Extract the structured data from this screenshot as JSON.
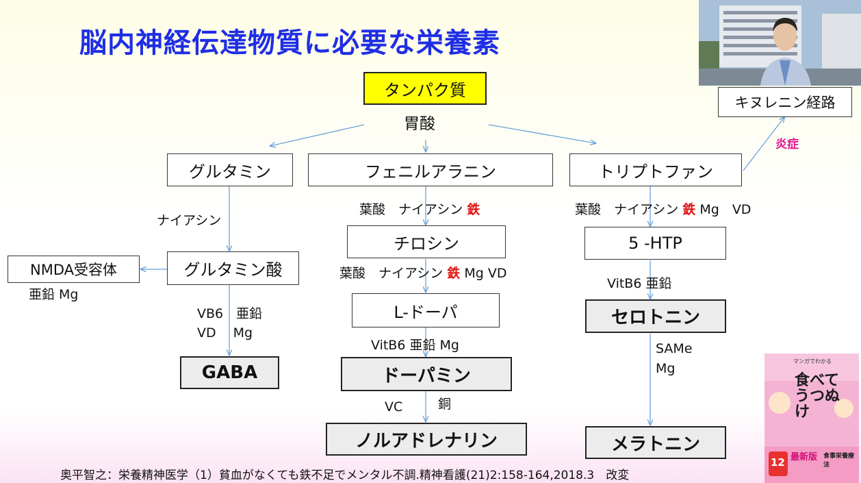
{
  "title": "脳内神経伝達物質に必要な栄養素",
  "nodes": {
    "protein": "タンパク質",
    "stomach_acid": "胃酸",
    "glutamine": "グルタミン",
    "phenylalanine": "フェニルアラニン",
    "tryptophan": "トリプトファン",
    "kynurenine": "キヌレニン経路",
    "glutamic_acid": "グルタミン酸",
    "nmda": "NMDA受容体",
    "gaba": "GABA",
    "tyrosine": "チロシン",
    "ldopa": "L-ドーパ",
    "dopamine": "ドーパミン",
    "noradrenaline": "ノルアドレナリン",
    "htp": "5 -HTP",
    "serotonin": "セロトニン",
    "melatonin": "メラトニン"
  },
  "labels": {
    "inflammation": "炎症",
    "niacin_glu": "ナイアシン",
    "nmda_cof": "亜鉛 Mg",
    "gaba_cof_1": "VB6　亜鉛",
    "gaba_cof_2": "VD　 Mg",
    "phe_cof": "葉酸　ナイアシン",
    "phe_iron": "鉄",
    "tyr_cof": "葉酸　ナイアシン",
    "tyr_iron": "鉄",
    "tyr_cof_tail": "Mg VD",
    "dopa_cof": "VitB6 亜鉛 Mg",
    "vc": "VC",
    "copper": "銅",
    "trp_cof": "葉酸　ナイアシン",
    "trp_iron": "鉄",
    "trp_cof_tail": "Mg　VD",
    "htp_cof": "VitB6 亜鉛",
    "sam_1": "SAMe",
    "sam_2": "Mg"
  },
  "book": {
    "banner": "最新版",
    "subtitle": "食事栄養療法",
    "title_1": "食べて",
    "title_2": "うつぬけ",
    "series": "マンガでわかる",
    "count": "12"
  },
  "citation": "奥平智之：栄養精神医学（1）貧血がなくても鉄不足でメンタル不調.精神看護(21)2:158-164,2018.3　改変",
  "colors": {
    "title": "#1f2ee6",
    "arrow": "#6aa0d8",
    "iron": "#e01818",
    "inflammation": "#e0138a",
    "highlight_box": "#ffff00"
  }
}
